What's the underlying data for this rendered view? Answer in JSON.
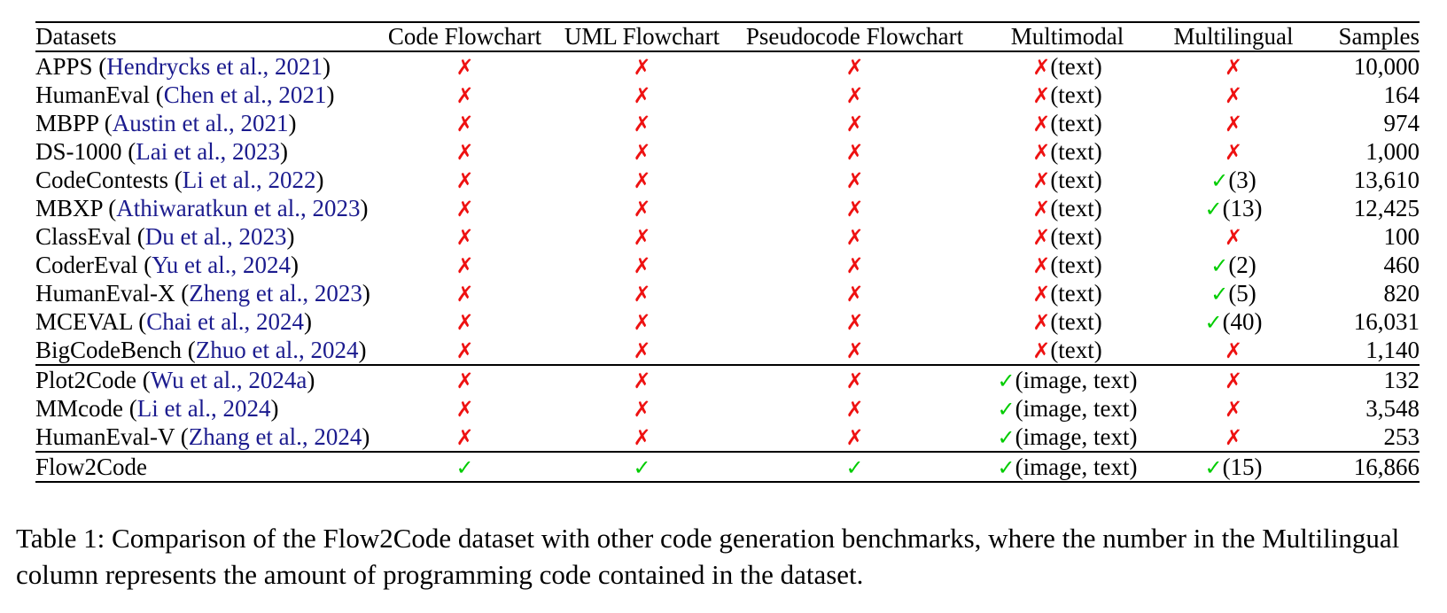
{
  "colors": {
    "cross_red": "#ee1111",
    "check_green": "#00cc00",
    "link_blue": "#1b1b8e",
    "text_black": "#000000"
  },
  "marks": {
    "yes": "✓",
    "no": "✗"
  },
  "header": {
    "columns": [
      {
        "label": "Datasets",
        "align": "al"
      },
      {
        "label": "Code Flowchart",
        "align": "ac"
      },
      {
        "label": "UML Flowchart",
        "align": "ac"
      },
      {
        "label": "Pseudocode Flowchart",
        "align": "ac"
      },
      {
        "label": "Multimodal",
        "align": "ac"
      },
      {
        "label": "Multilingual",
        "align": "ac"
      },
      {
        "label": "Samples",
        "align": "ar"
      }
    ]
  },
  "rows": [
    {
      "name": "APPS",
      "citation": "Hendrycks et al., 2021",
      "code_flowchart": "no",
      "uml_flowchart": "no",
      "pseudocode_flowchart": "no",
      "multimodal": {
        "mark": "no",
        "note": "(text)"
      },
      "multilingual": {
        "mark": "no",
        "note": ""
      },
      "samples": "10,000",
      "rule_after": false
    },
    {
      "name": "HumanEval",
      "citation": "Chen et al., 2021",
      "code_flowchart": "no",
      "uml_flowchart": "no",
      "pseudocode_flowchart": "no",
      "multimodal": {
        "mark": "no",
        "note": "(text)"
      },
      "multilingual": {
        "mark": "no",
        "note": ""
      },
      "samples": "164",
      "rule_after": false
    },
    {
      "name": "MBPP",
      "citation": "Austin et al., 2021",
      "code_flowchart": "no",
      "uml_flowchart": "no",
      "pseudocode_flowchart": "no",
      "multimodal": {
        "mark": "no",
        "note": "(text)"
      },
      "multilingual": {
        "mark": "no",
        "note": ""
      },
      "samples": "974",
      "rule_after": false
    },
    {
      "name": "DS-1000",
      "citation": "Lai et al., 2023",
      "code_flowchart": "no",
      "uml_flowchart": "no",
      "pseudocode_flowchart": "no",
      "multimodal": {
        "mark": "no",
        "note": "(text)"
      },
      "multilingual": {
        "mark": "no",
        "note": ""
      },
      "samples": "1,000",
      "rule_after": false
    },
    {
      "name": "CodeContests",
      "citation": "Li et al., 2022",
      "code_flowchart": "no",
      "uml_flowchart": "no",
      "pseudocode_flowchart": "no",
      "multimodal": {
        "mark": "no",
        "note": "(text)"
      },
      "multilingual": {
        "mark": "yes",
        "note": "(3)"
      },
      "samples": "13,610",
      "rule_after": false
    },
    {
      "name": "MBXP",
      "citation": "Athiwaratkun et al., 2023",
      "code_flowchart": "no",
      "uml_flowchart": "no",
      "pseudocode_flowchart": "no",
      "multimodal": {
        "mark": "no",
        "note": "(text)"
      },
      "multilingual": {
        "mark": "yes",
        "note": "(13)"
      },
      "samples": "12,425",
      "rule_after": false
    },
    {
      "name": "ClassEval",
      "citation": "Du et al., 2023",
      "code_flowchart": "no",
      "uml_flowchart": "no",
      "pseudocode_flowchart": "no",
      "multimodal": {
        "mark": "no",
        "note": "(text)"
      },
      "multilingual": {
        "mark": "no",
        "note": ""
      },
      "samples": "100",
      "rule_after": false
    },
    {
      "name": "CoderEval",
      "citation": "Yu et al., 2024",
      "code_flowchart": "no",
      "uml_flowchart": "no",
      "pseudocode_flowchart": "no",
      "multimodal": {
        "mark": "no",
        "note": "(text)"
      },
      "multilingual": {
        "mark": "yes",
        "note": "(2)"
      },
      "samples": "460",
      "rule_after": false
    },
    {
      "name": "HumanEval-X",
      "citation": "Zheng et al., 2023",
      "code_flowchart": "no",
      "uml_flowchart": "no",
      "pseudocode_flowchart": "no",
      "multimodal": {
        "mark": "no",
        "note": "(text)"
      },
      "multilingual": {
        "mark": "yes",
        "note": "(5)"
      },
      "samples": "820",
      "rule_after": false
    },
    {
      "name": "MCEVAL",
      "citation": "Chai et al., 2024",
      "code_flowchart": "no",
      "uml_flowchart": "no",
      "pseudocode_flowchart": "no",
      "multimodal": {
        "mark": "no",
        "note": "(text)"
      },
      "multilingual": {
        "mark": "yes",
        "note": "(40)"
      },
      "samples": "16,031",
      "rule_after": false
    },
    {
      "name": "BigCodeBench",
      "citation": "Zhuo et al., 2024",
      "code_flowchart": "no",
      "uml_flowchart": "no",
      "pseudocode_flowchart": "no",
      "multimodal": {
        "mark": "no",
        "note": "(text)"
      },
      "multilingual": {
        "mark": "no",
        "note": ""
      },
      "samples": "1,140",
      "rule_after": true
    },
    {
      "name": "Plot2Code",
      "citation": "Wu et al., 2024a",
      "code_flowchart": "no",
      "uml_flowchart": "no",
      "pseudocode_flowchart": "no",
      "multimodal": {
        "mark": "yes",
        "note": "(image, text)"
      },
      "multilingual": {
        "mark": "no",
        "note": ""
      },
      "samples": "132",
      "rule_after": false
    },
    {
      "name": "MMcode",
      "citation": "Li et al., 2024",
      "code_flowchart": "no",
      "uml_flowchart": "no",
      "pseudocode_flowchart": "no",
      "multimodal": {
        "mark": "yes",
        "note": "(image, text)"
      },
      "multilingual": {
        "mark": "no",
        "note": ""
      },
      "samples": "3,548",
      "rule_after": false
    },
    {
      "name": "HumanEval-V",
      "citation": "Zhang et al., 2024",
      "code_flowchart": "no",
      "uml_flowchart": "no",
      "pseudocode_flowchart": "no",
      "multimodal": {
        "mark": "yes",
        "note": "(image, text)"
      },
      "multilingual": {
        "mark": "no",
        "note": ""
      },
      "samples": "253",
      "rule_after": true
    },
    {
      "name": "Flow2Code",
      "citation": "",
      "code_flowchart": "yes",
      "uml_flowchart": "yes",
      "pseudocode_flowchart": "yes",
      "multimodal": {
        "mark": "yes",
        "note": "(image, text)"
      },
      "multilingual": {
        "mark": "yes",
        "note": "(15)"
      },
      "samples": "16,866",
      "rule_after": false
    }
  ],
  "caption": "Table 1: Comparison of the Flow2Code dataset with other code generation benchmarks, where the number in the Multilingual column represents the amount of programming code contained in the dataset."
}
